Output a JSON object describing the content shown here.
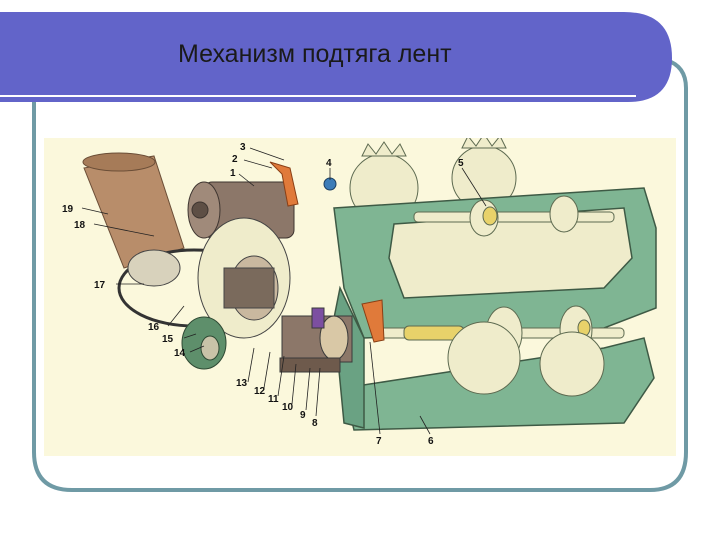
{
  "slide": {
    "title": "Механизм подтяга лент",
    "colors": {
      "title_band": "#6264c9",
      "frame_border": "#6f9aa5",
      "figure_background": "#fbf8dc",
      "housing_green": "#7fb593",
      "casing_cream": "#efeccb",
      "motor_brown": "#8c7769",
      "cone_tan": "#b88d6a",
      "lever_orange": "#e07a3a"
    }
  },
  "diagram": {
    "callouts": [
      {
        "id": "1",
        "text": "1"
      },
      {
        "id": "2",
        "text": "2"
      },
      {
        "id": "3",
        "text": "3"
      },
      {
        "id": "4",
        "text": "4"
      },
      {
        "id": "5",
        "text": "5"
      },
      {
        "id": "6",
        "text": "6"
      },
      {
        "id": "7",
        "text": "7"
      },
      {
        "id": "8",
        "text": "8"
      },
      {
        "id": "9",
        "text": "9"
      },
      {
        "id": "10",
        "text": "10"
      },
      {
        "id": "11",
        "text": "11"
      },
      {
        "id": "12",
        "text": "12"
      },
      {
        "id": "13",
        "text": "13"
      },
      {
        "id": "14",
        "text": "14"
      },
      {
        "id": "15",
        "text": "15"
      },
      {
        "id": "16",
        "text": "16"
      },
      {
        "id": "17",
        "text": "17"
      },
      {
        "id": "18",
        "text": "18"
      },
      {
        "id": "19",
        "text": "19"
      }
    ]
  }
}
